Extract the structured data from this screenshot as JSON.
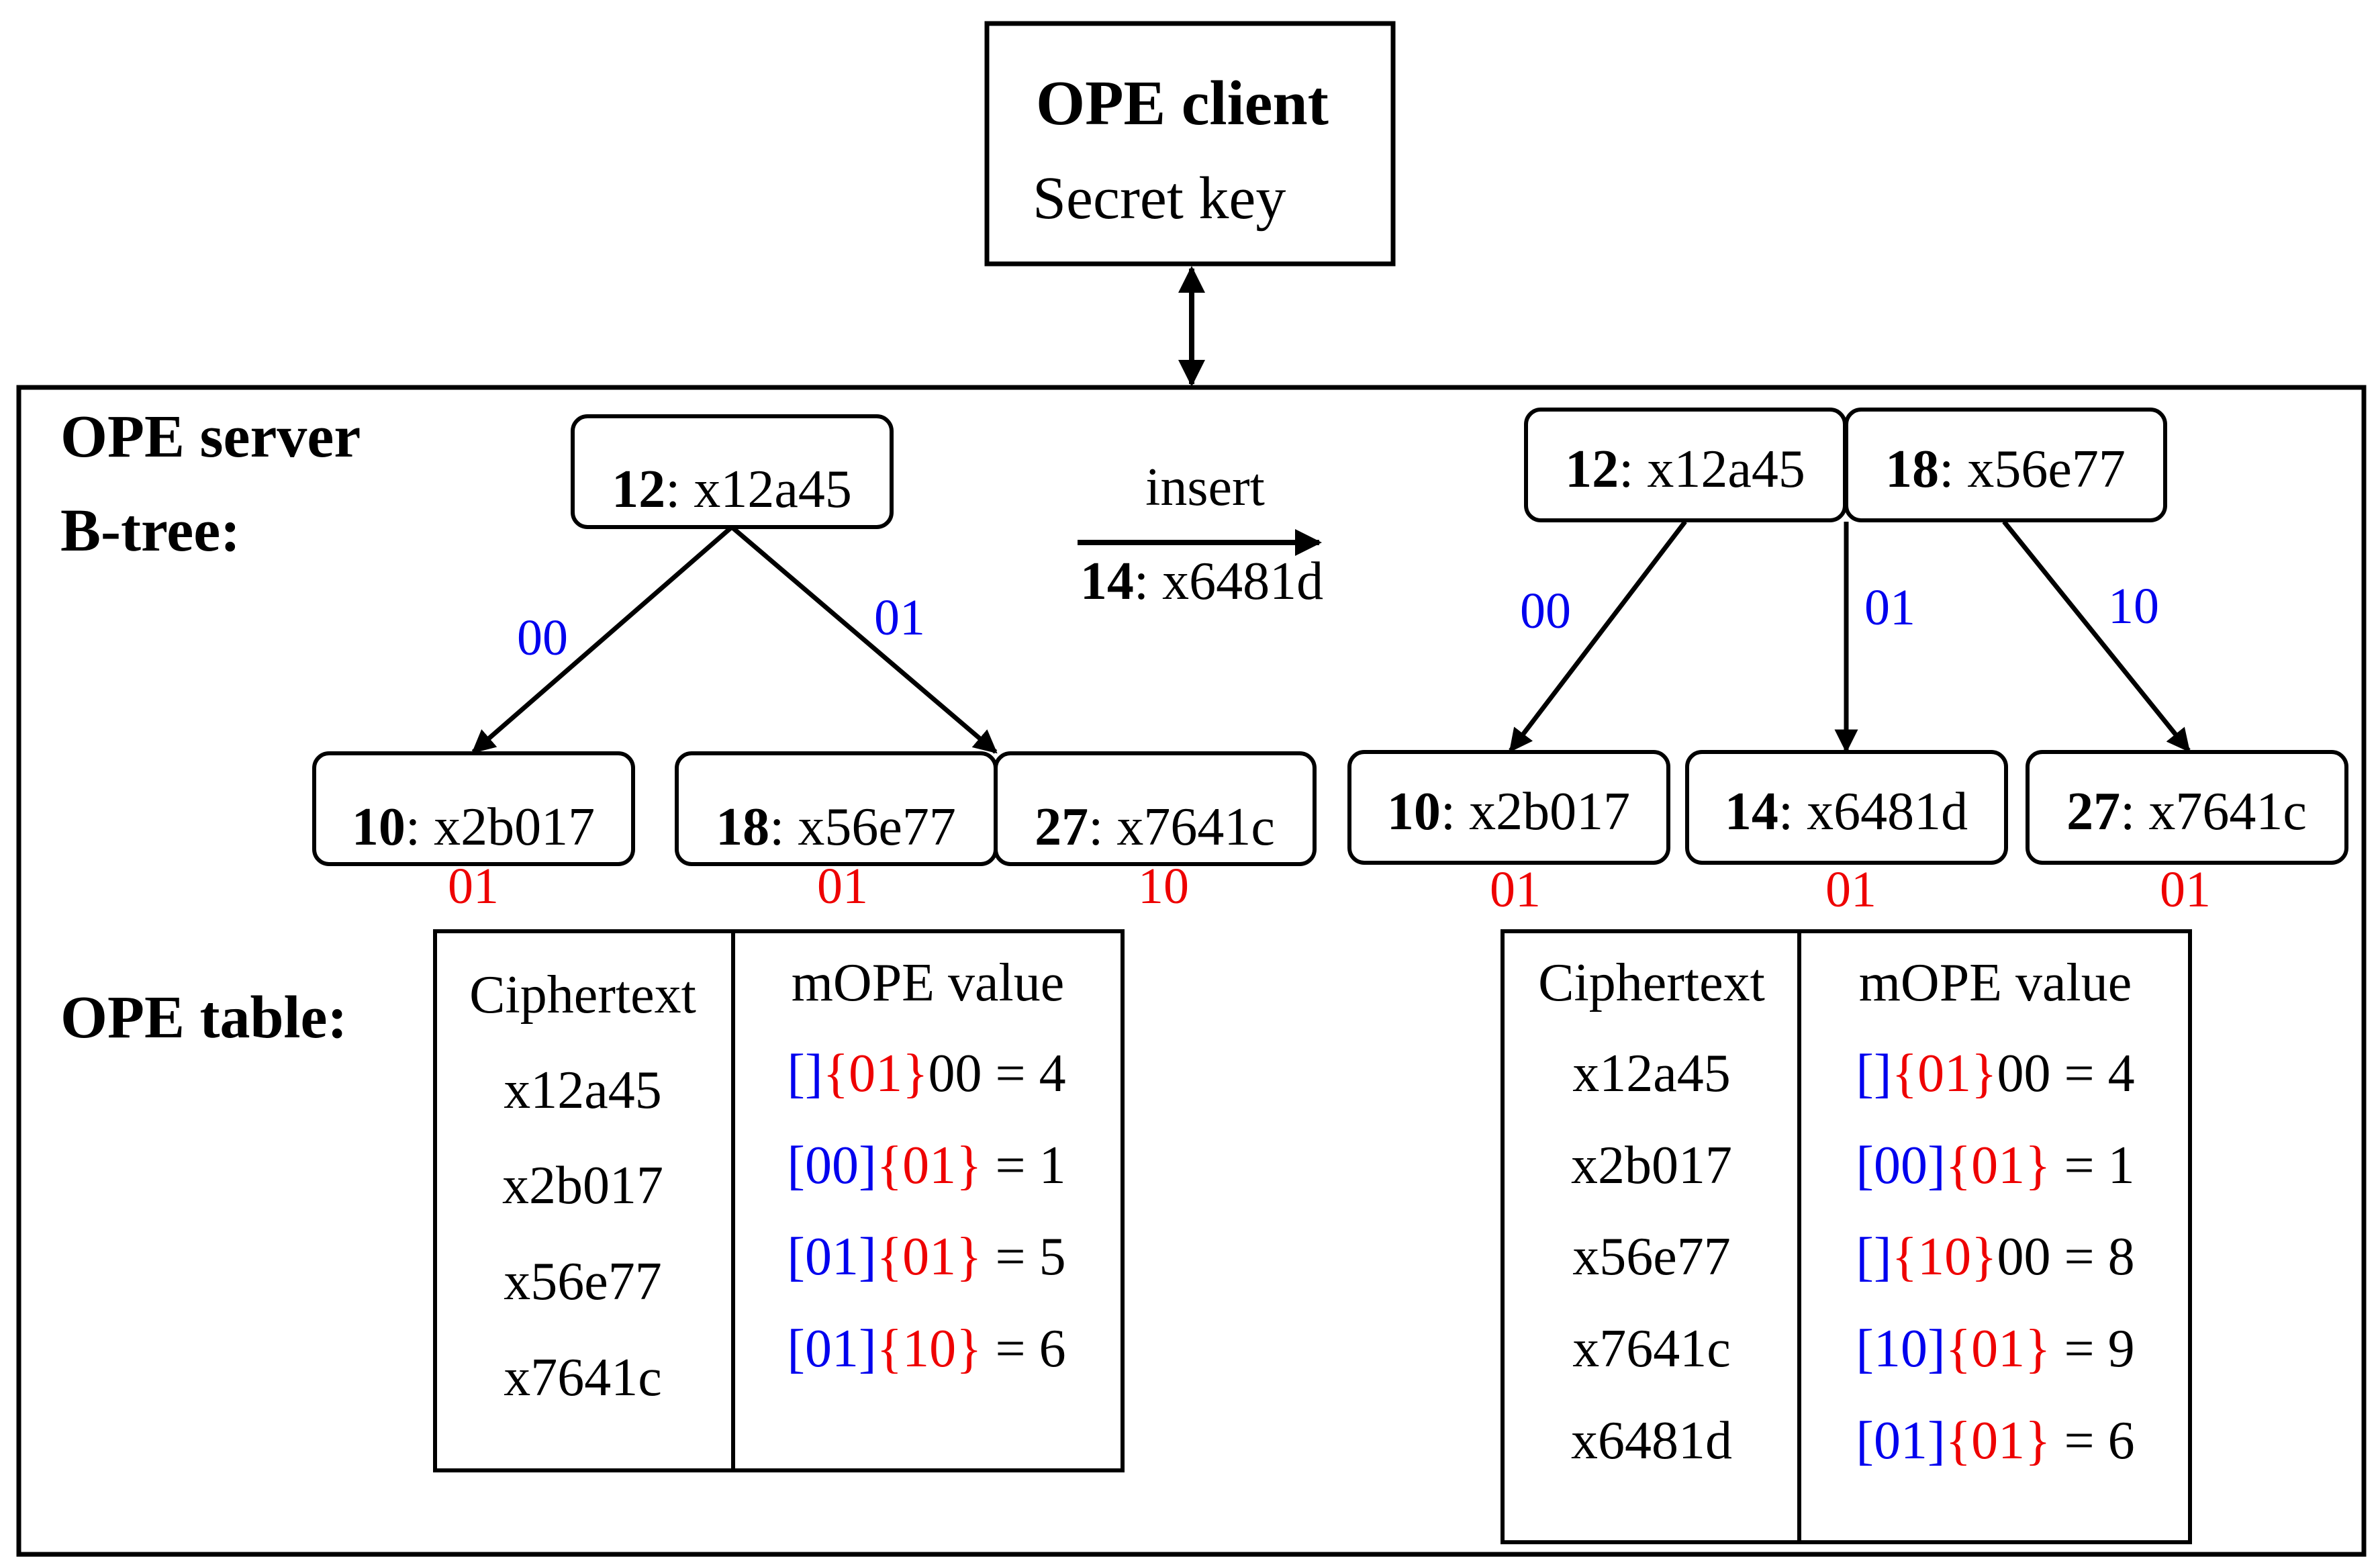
{
  "client": {
    "title": "OPE client",
    "subtitle": "Secret key"
  },
  "server": {
    "title": "OPE server",
    "btree_label": "B-tree:",
    "table_label": "OPE table:"
  },
  "insert_op": {
    "label": "insert",
    "key": "14",
    "value": ": x6481d"
  },
  "before": {
    "root": [
      {
        "key": "12",
        "value": ": x12a45"
      }
    ],
    "edges": [
      {
        "label": "00"
      },
      {
        "label": "01"
      }
    ],
    "leaves": [
      {
        "key": "10",
        "value": ": x2b017",
        "code": "01"
      },
      {
        "key": "18",
        "value": ": x56e77",
        "code": "01"
      },
      {
        "key": "27",
        "value": ": x7641c",
        "code": "10"
      }
    ],
    "table": {
      "headers": {
        "ciphertext": "Ciphertext",
        "mope": "mOPE value"
      },
      "rows": [
        {
          "cipher": "x12a45",
          "path": "[]",
          "code": "{01}",
          "suffix": "00 = 4"
        },
        {
          "cipher": "x2b017",
          "path": "[00]",
          "code": "{01}",
          "suffix": " = 1"
        },
        {
          "cipher": "x56e77",
          "path": "[01]",
          "code": "{01}",
          "suffix": " = 5"
        },
        {
          "cipher": "x7641c",
          "path": "[01]",
          "code": "{10}",
          "suffix": " = 6"
        }
      ]
    }
  },
  "after": {
    "root": [
      {
        "key": "12",
        "value": ": x12a45"
      },
      {
        "key": "18",
        "value": ": x56e77"
      }
    ],
    "edges": [
      {
        "label": "00"
      },
      {
        "label": "01"
      },
      {
        "label": "10"
      }
    ],
    "leaves": [
      {
        "key": "10",
        "value": ": x2b017",
        "code": "01"
      },
      {
        "key": "14",
        "value": ": x6481d",
        "code": "01"
      },
      {
        "key": "27",
        "value": ": x7641c",
        "code": "01"
      }
    ],
    "table": {
      "headers": {
        "ciphertext": "Ciphertext",
        "mope": "mOPE value"
      },
      "rows": [
        {
          "cipher": "x12a45",
          "path": "[]",
          "code": "{01}",
          "suffix": "00 = 4"
        },
        {
          "cipher": "x2b017",
          "path": "[00]",
          "code": "{01}",
          "suffix": " = 1"
        },
        {
          "cipher": "x56e77",
          "path": "[]",
          "code": "{10}",
          "suffix": "00 = 8"
        },
        {
          "cipher": "x7641c",
          "path": "[10]",
          "code": "{01}",
          "suffix": " = 9"
        },
        {
          "cipher": "x6481d",
          "path": "[01]",
          "code": "{01}",
          "suffix": " = 6"
        }
      ]
    }
  }
}
